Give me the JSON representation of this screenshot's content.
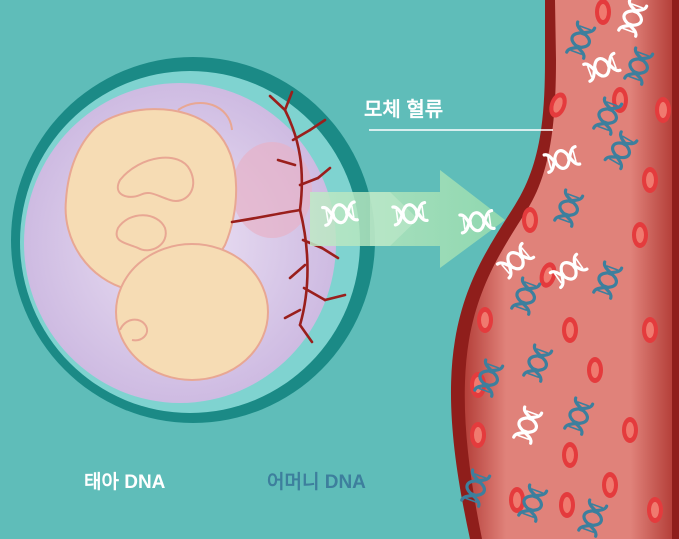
{
  "labels": {
    "maternal_bloodstream": "모체 혈류",
    "fetal_dna": "태아 DNA",
    "maternal_dna": "어머니 DNA"
  },
  "colors": {
    "background": "#5fbdb9",
    "uterus_ring": "#1b8a86",
    "amniotic_sac": "#d9cbe8",
    "fetus": "#f6dcb4",
    "fetus_outline": "#e8a793",
    "vessel_wall": "#8f1e1b",
    "blood": "#c7514a",
    "red_cell": "#e43b3d",
    "fetal_dna": "#ffffff",
    "maternal_dna": "#3d7f9d",
    "arrow": "#a7e3b3"
  },
  "icons": [
    "fetus-illustration",
    "placenta-vessels",
    "transfer-arrow",
    "blood-vessel",
    "red-blood-cell",
    "dna-helix"
  ]
}
